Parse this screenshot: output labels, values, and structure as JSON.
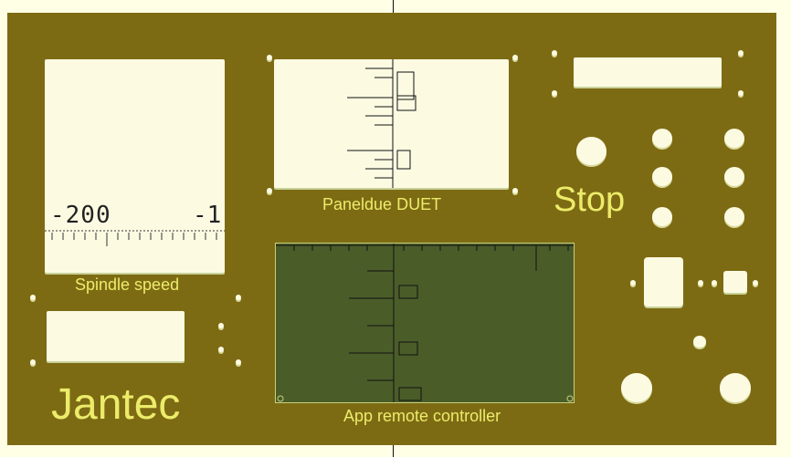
{
  "panel": {
    "brand": "Jantec",
    "labels": {
      "spindle_speed": "Spindle speed",
      "paneldue": "Paneldue DUET",
      "stop": "Stop",
      "app_remote": "App remote controller"
    },
    "axis_readouts": {
      "spindle_left": "-200",
      "spindle_right": "-1"
    },
    "colors": {
      "panel": "#7d6b14",
      "cutout": "#fcfbe2",
      "label_text": "#ecec6a",
      "remote_window": "#4a5d29"
    }
  }
}
